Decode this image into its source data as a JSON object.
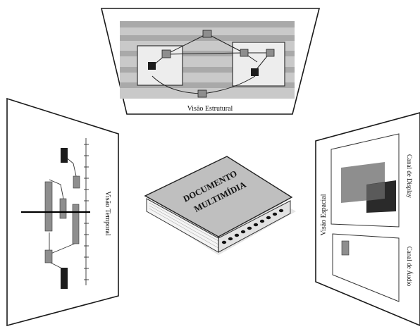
{
  "panels": {
    "structural": {
      "label": "Visão Estrutural"
    },
    "temporal": {
      "label": "Visão Temporal"
    },
    "spatial": {
      "label": "Visão Espacial",
      "display_channel": "Canal de Display",
      "audio_channel": "Canal de Áudio"
    }
  },
  "book": {
    "title_line1": "DOCUMENTO",
    "title_line2": "MULTIMÍDIA"
  },
  "colors": {
    "panel_border": "#1a1a1a",
    "stripe_dark": "#a9a9a9",
    "stripe_light": "#c9c9c9",
    "node_gray": "#8e8e8e",
    "node_dark": "#1c1c1c",
    "book_cover": "#bfbfbf",
    "pages": "#f4f4f4"
  }
}
